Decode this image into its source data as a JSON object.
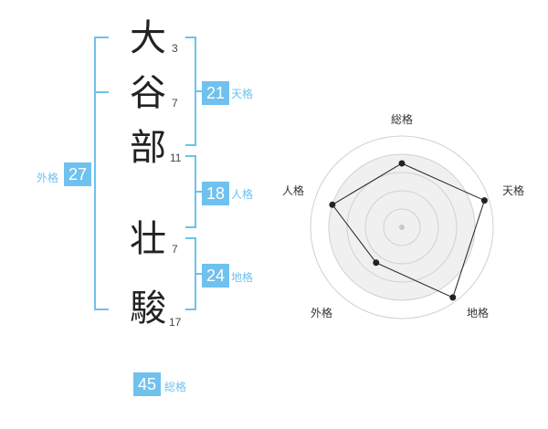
{
  "name": {
    "chars": [
      {
        "char": "大",
        "strokes": "3"
      },
      {
        "char": "谷",
        "strokes": "7"
      },
      {
        "char": "部",
        "strokes": "11"
      },
      {
        "char": "壮",
        "strokes": "7"
      },
      {
        "char": "駿",
        "strokes": "17"
      }
    ]
  },
  "fortune": {
    "tenkaku": {
      "value": "21",
      "label": "天格"
    },
    "jinkaku": {
      "value": "18",
      "label": "人格"
    },
    "chikaku": {
      "value": "24",
      "label": "地格"
    },
    "gaikaku": {
      "value": "27",
      "label": "外格"
    },
    "soukaku": {
      "value": "45",
      "label": "総格"
    }
  },
  "chart_data": {
    "type": "radar",
    "axes": [
      "総格",
      "天格",
      "地格",
      "外格",
      "人格"
    ],
    "values": [
      0.7,
      0.95,
      0.95,
      0.48,
      0.8
    ],
    "rings": 5,
    "max": 1
  }
}
